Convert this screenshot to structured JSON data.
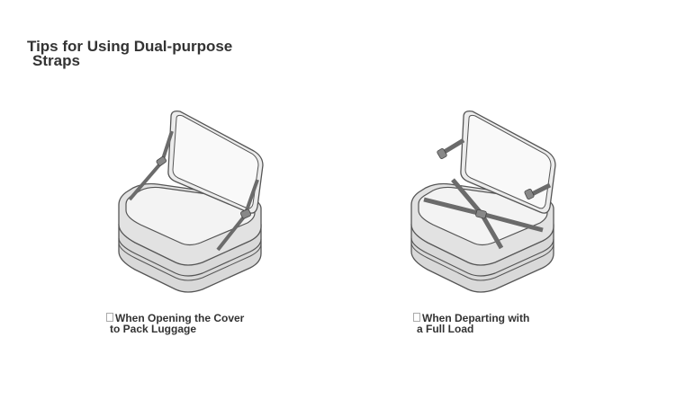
{
  "title": {
    "line1": "Tips for Using Dual-purpose",
    "line2": "Straps"
  },
  "captions": [
    {
      "line1": "When Opening the Cover",
      "line2": "to Pack Luggage"
    },
    {
      "line1": "When Departing with",
      "line2": "a Full Load"
    }
  ],
  "colors": {
    "outline": "#555555",
    "body_fill": "#d8d8d8",
    "lid_fill": "#f5f5f5",
    "strap": "#6b6b6b"
  },
  "icons": [
    "open-suitcase-icon",
    "packed-suitcase-icon"
  ]
}
